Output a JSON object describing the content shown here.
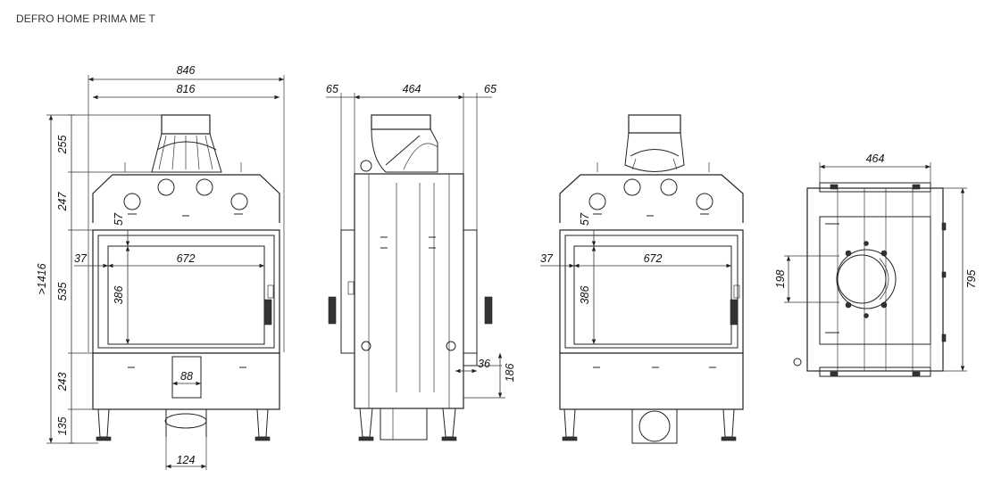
{
  "title": "DEFRO HOME PRIMA ME T",
  "views": {
    "front": {
      "width_outer": "846",
      "width_inner": "816",
      "height_total": ">1416",
      "h_top": "255",
      "h_upper": "247",
      "h_glass": "535",
      "h_lower": "243",
      "h_legs": "135",
      "glass_offset_top": "57",
      "glass_side": "37",
      "glass_width": "672",
      "glass_height": "386",
      "inlet_width": "88",
      "bottom_inlet": "124"
    },
    "side": {
      "left_margin": "65",
      "depth": "464",
      "right_margin": "65",
      "offset_h": "36",
      "offset_v": "186"
    },
    "rear": {
      "glass_offset_top": "57",
      "glass_side": "37",
      "glass_width": "672",
      "glass_height": "386"
    },
    "top": {
      "width": "464",
      "flue_diameter": "198",
      "depth": "795"
    }
  }
}
